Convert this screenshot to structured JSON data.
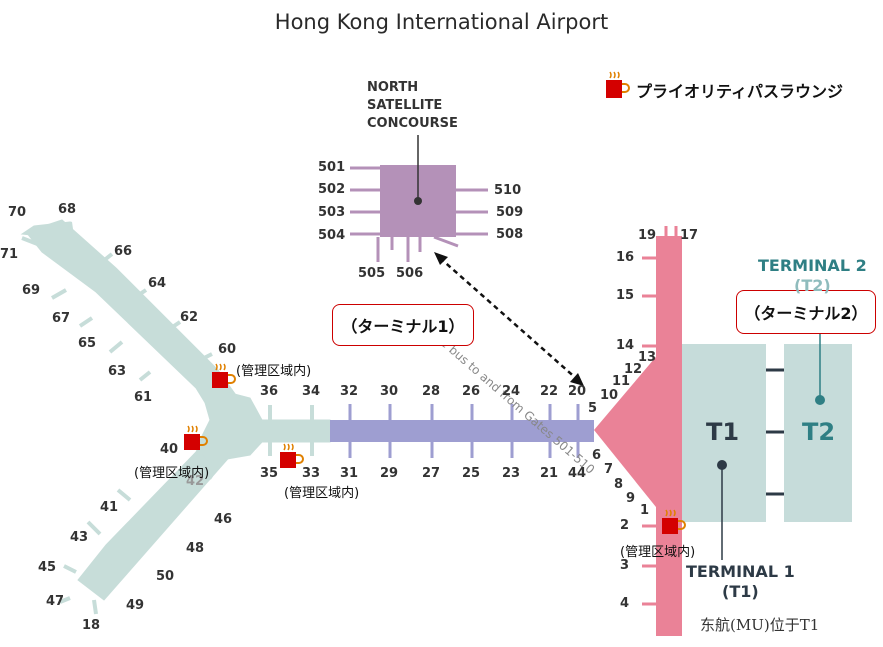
{
  "title": "Hong Kong International Airport",
  "legend": {
    "label": "プライオリティパスラウンジ",
    "icon": "lounge-cup-icon"
  },
  "north_satellite": {
    "line1": "NORTH",
    "line2": "SATELLITE",
    "line3": "CONCOURSE"
  },
  "shuttle_text": "Shuttle bus to and from Gates 501-510",
  "callouts": {
    "terminal1": "（ターミナル1）",
    "terminal2": "（ターミナル2）"
  },
  "restricted_label": "(管理区域内)",
  "terminal1": {
    "short": "T1",
    "line1": "TERMINAL 1",
    "line2": "(T1)"
  },
  "terminal2": {
    "short": "T2",
    "line1": "TERMINAL 2",
    "line2": "(T2)"
  },
  "note_mu": "东航(MU)位于T1",
  "gates": [
    "501",
    "502",
    "503",
    "504",
    "505",
    "506",
    "508",
    "509",
    "510",
    "70",
    "68",
    "71",
    "66",
    "69",
    "64",
    "67",
    "62",
    "65",
    "60",
    "63",
    "61",
    "36",
    "34",
    "32",
    "30",
    "28",
    "26",
    "24",
    "22",
    "20",
    "40",
    "42",
    "35",
    "33",
    "31",
    "29",
    "27",
    "25",
    "23",
    "21",
    "44",
    "41",
    "46",
    "43",
    "48",
    "45",
    "50",
    "47",
    "49",
    "18",
    "19",
    "17",
    "16",
    "15",
    "14",
    "13",
    "12",
    "11",
    "10",
    "5",
    "6",
    "7",
    "8",
    "9",
    "1",
    "2",
    "3",
    "4"
  ],
  "colors": {
    "west_concourse": "#c7ddd9",
    "midfield_concourse": "#9e9ed1",
    "satellite": "#b491b8",
    "terminal_pier": "#ea8297",
    "terminal_building": "#c6dcda",
    "callout_border": "#cc0000",
    "t2_accent": "#2f7f84"
  }
}
